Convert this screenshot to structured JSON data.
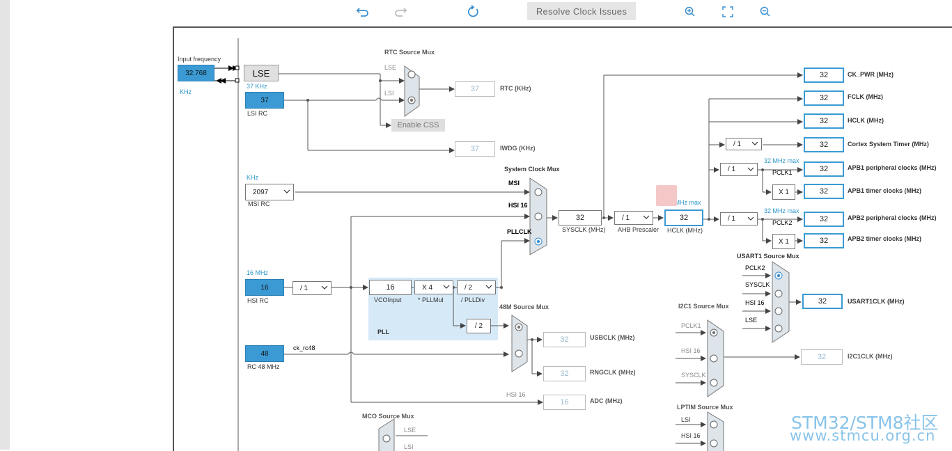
{
  "toolbar": {
    "undo_icon": "undo-icon",
    "redo_icon": "redo-icon",
    "refresh_icon": "refresh-icon",
    "resolve_label": "Resolve Clock Issues",
    "zoom_in_icon": "zoom-in-icon",
    "fit_icon": "fit-screen-icon",
    "zoom_out_icon": "zoom-out-icon"
  },
  "inputs": {
    "input_frequency_label": "Input frequency",
    "lse_value": "32.768",
    "lse_unit": "KHz",
    "lse_label": "LSE",
    "lsi_freq": "37 KHz",
    "lsi_value": "37",
    "lsi_label": "LSI RC",
    "msi_unit": "KHz",
    "msi_value": "2097",
    "msi_label": "MSI RC",
    "hsi_freq": "16 MHz",
    "hsi_value": "16",
    "hsi_label": "HSI RC",
    "rc48_value": "48",
    "rc48_label": "RC 48 MHz",
    "rc48_signal": "ck_rc48"
  },
  "rtc": {
    "title": "RTC Source Mux",
    "in_lse": "LSE",
    "in_lsi": "LSI",
    "out_value": "37",
    "out_label": "RTC (KHz)",
    "enable_css": "Enable CSS",
    "iwdg_value": "37",
    "iwdg_label": "IWDG (KHz)"
  },
  "sysmux": {
    "title": "System Clock Mux",
    "in_msi": "MSI",
    "in_hsi": "HSI 16",
    "in_pll": "PLLCLK",
    "sysclk_value": "32",
    "sysclk_label": "SYSCLK (MHz)",
    "ahb_value": "/ 1",
    "ahb_label": "AHB Prescaler",
    "hclk_max": "32 MHz max",
    "hclk_value": "32",
    "hclk_label": "HCLK (MHz)"
  },
  "pll": {
    "hsi_div": "/ 1",
    "vco_value": "16",
    "vco_label": "VCOInput",
    "mul_value": "X 4",
    "mul_label": "* PLLMul",
    "div_value": "/ 2",
    "div_label": "/ PLLDiv",
    "div2_value": "/ 2",
    "label": "PLL"
  },
  "outputs": {
    "ck_pwr_value": "32",
    "ck_pwr_label": "CK_PWR (MHz)",
    "fclk_value": "32",
    "fclk_label": "FCLK (MHz)",
    "hclk_value": "32",
    "hclk_label": "HCLK (MHz)",
    "systimer_div": "/ 1",
    "systimer_value": "32",
    "systimer_label": "Cortex System Timer (MHz)",
    "apb1_max": "32 MHz max",
    "apb1_div": "/ 1",
    "pclk1": "PCLK1",
    "apb1_value": "32",
    "apb1_label": "APB1 peripheral clocks (MHz)",
    "apb1_timer_mul": "X 1",
    "apb1_timer_value": "32",
    "apb1_timer_label": "APB1 timer clocks (MHz)",
    "apb2_max": "32 MHz max",
    "apb2_div": "/ 1",
    "pclk2": "PCLK2",
    "apb2_value": "32",
    "apb2_label": "APB2 peripheral clocks (MHz)",
    "apb2_timer_mul": "X 1",
    "apb2_timer_value": "32",
    "apb2_timer_label": "APB2 timer clocks (MHz)"
  },
  "usart1": {
    "title": "USART1 Source Mux",
    "in_pclk2": "PCLK2",
    "in_sysclk": "SYSCLK",
    "in_hsi": "HSI 16",
    "in_lse": "LSE",
    "value": "32",
    "label": "USART1CLK (MHz)"
  },
  "i2c1": {
    "title": "I2C1 Source Mux",
    "in_pclk1": "PCLK1",
    "in_hsi": "HSI 16",
    "in_sysclk": "SYSCLK",
    "value": "32",
    "label": "I2C1CLK (MHz)"
  },
  "mux48": {
    "title": "48M Source Mux",
    "usb_value": "32",
    "usb_label": "USBCLK (MHz)",
    "rng_value": "32",
    "rng_label": "RNGCLK (MHz)",
    "adc_in": "HSI 16",
    "adc_value": "16",
    "adc_label": "ADC (MHz)"
  },
  "lptim": {
    "title": "LPTIM Source Mux",
    "in_lsi": "LSI",
    "in_hsi": "HSI 16"
  },
  "mco": {
    "title": "MCO Source Mux",
    "in_lse": "LSE",
    "in_lsi": "LSI"
  },
  "watermark": {
    "line1": "STM32/STM8社区",
    "line2": "www.stmcu.org.cn"
  }
}
